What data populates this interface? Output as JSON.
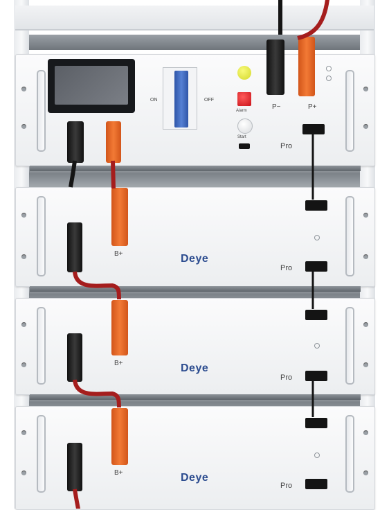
{
  "control_module": {
    "switch_on_label": "ON",
    "switch_off_label": "OFF",
    "alarm_label": "Alarm",
    "start_label": "Start",
    "negative_terminal_label": "P−",
    "positive_terminal_label": "P+",
    "model_label": "Pro"
  },
  "battery_modules": [
    {
      "terminal_label": "B+",
      "brand": "Deye",
      "model_label": "Pro"
    },
    {
      "terminal_label": "B+",
      "brand": "Deye",
      "model_label": "Pro"
    },
    {
      "terminal_label": "B+",
      "brand": "Deye",
      "model_label": "Pro"
    }
  ],
  "colors": {
    "cable_red": "#a51d1d",
    "cable_black": "#151515",
    "orange_connector": "#ef6c2a",
    "breaker_blue": "#3c64b8",
    "led_yellow": "#e4e83a",
    "led_red": "#e31b23",
    "brand_blue": "#2c4c8f"
  }
}
